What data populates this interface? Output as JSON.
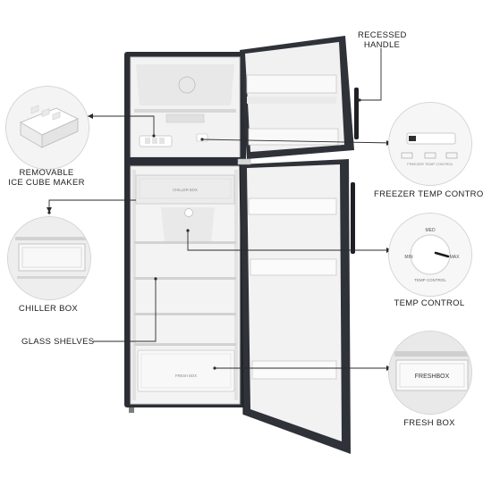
{
  "labels": {
    "recessed_handle_line1": "RECESSED",
    "recessed_handle_line2": "HANDLE",
    "ice_cube_maker_line1": "REMOVABLE",
    "ice_cube_maker_line2": "ICE CUBE MAKER",
    "freezer_temp_control": "FREEZER TEMP CONTROL",
    "temp_control": "TEMP CONTROL",
    "chiller_box": "CHILLER BOX",
    "glass_shelves": "GLASS SHELVES",
    "fresh_box": "FRESH BOX"
  },
  "dial": {
    "med": "MED",
    "min": "MIN",
    "max": "MAX",
    "caption": "TEMP CONTROL"
  },
  "freezer_control": {
    "caption": "FREEZER TEMP CONTROL"
  },
  "product_text": {
    "chiller": "CHILLER BOX",
    "fresh": "FRESH BOX",
    "fresh_zoom": "FRESHBOX"
  },
  "colors": {
    "cabinet": "#2a2d33",
    "liner": "#f4f4f4",
    "line": "#2b2b2b"
  }
}
